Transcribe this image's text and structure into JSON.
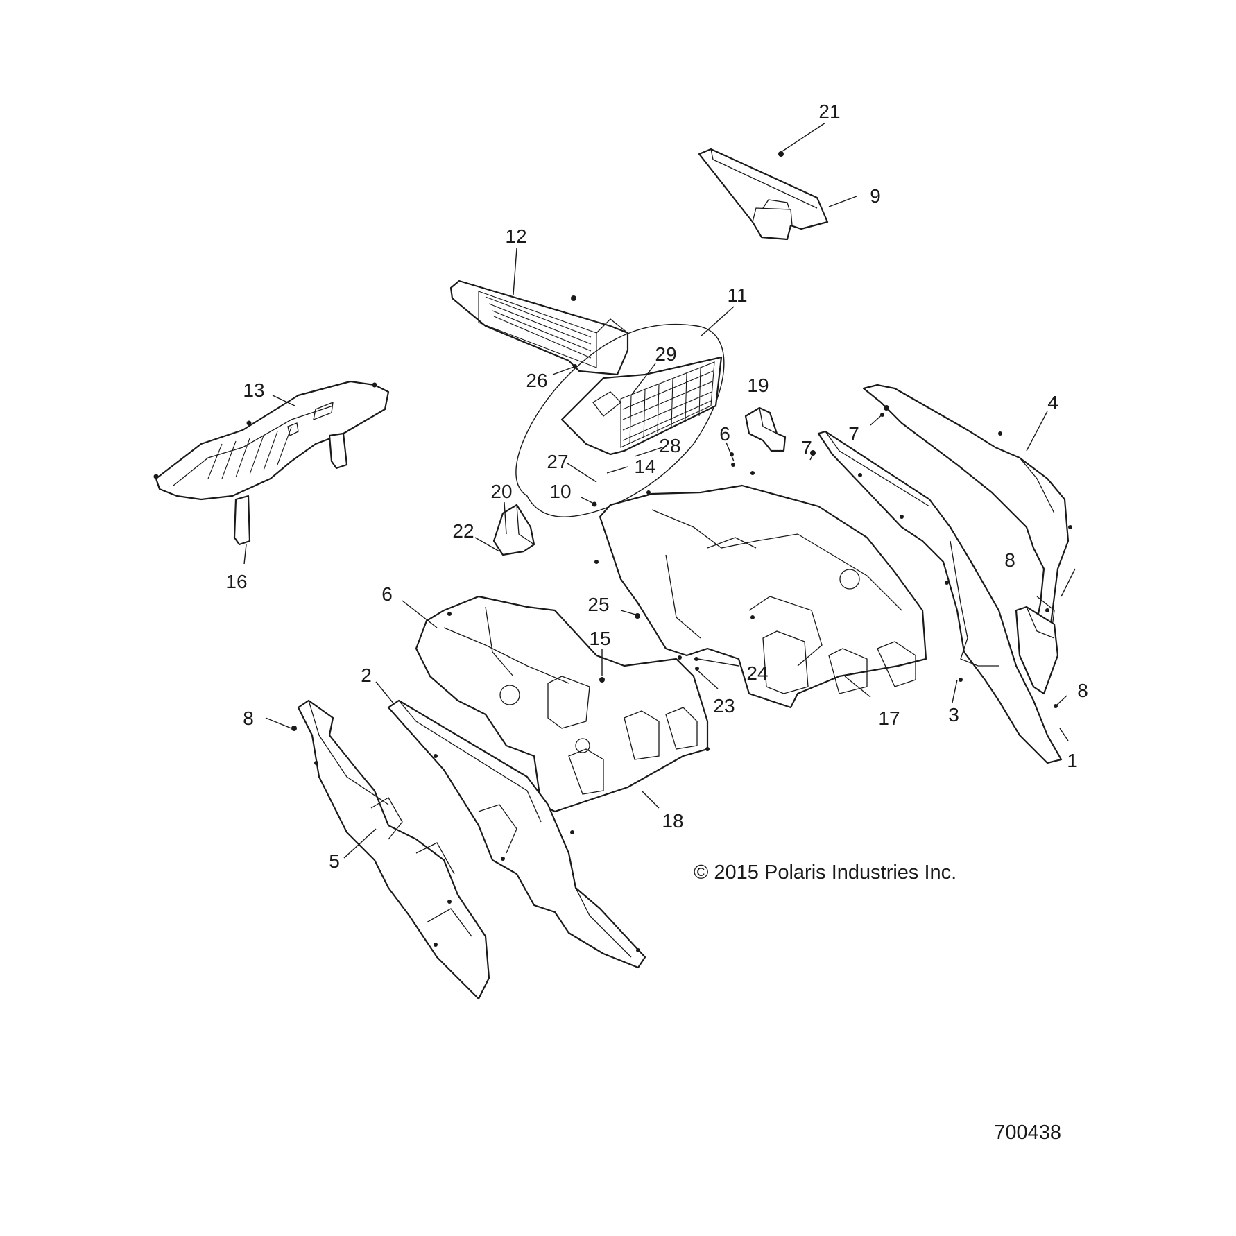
{
  "diagram": {
    "copyright": "© 2015 Polaris Industries Inc.",
    "figure_number": "700438",
    "callouts": [
      {
        "label": "21"
      },
      {
        "label": "9"
      },
      {
        "label": "12"
      },
      {
        "label": "11"
      },
      {
        "label": "29"
      },
      {
        "label": "26"
      },
      {
        "label": "13"
      },
      {
        "label": "19"
      },
      {
        "label": "4"
      },
      {
        "label": "7"
      },
      {
        "label": "6"
      },
      {
        "label": "7"
      },
      {
        "label": "28"
      },
      {
        "label": "27"
      },
      {
        "label": "14"
      },
      {
        "label": "10"
      },
      {
        "label": "20"
      },
      {
        "label": "22"
      },
      {
        "label": "16"
      },
      {
        "label": "8"
      },
      {
        "label": "25"
      },
      {
        "label": "6"
      },
      {
        "label": "15"
      },
      {
        "label": "24"
      },
      {
        "label": "2"
      },
      {
        "label": "23"
      },
      {
        "label": "17"
      },
      {
        "label": "3"
      },
      {
        "label": "8"
      },
      {
        "label": "8"
      },
      {
        "label": "1"
      },
      {
        "label": "18"
      },
      {
        "label": "5"
      }
    ]
  }
}
